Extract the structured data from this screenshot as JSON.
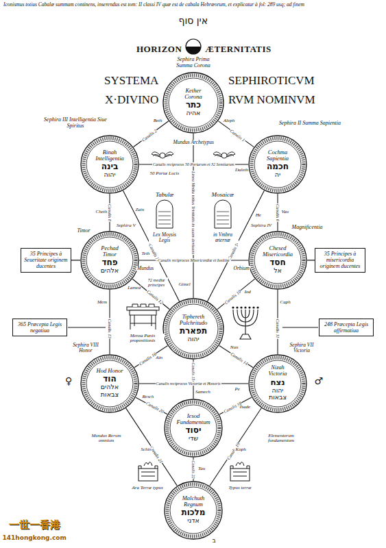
{
  "diagram": {
    "nodes": [
      {
        "text": [
          "Kether Corona",
          "כתר",
          "אהיה"
        ]
      },
      {
        "text": [
          "Binah Intelligentia",
          "בינה",
          "יהוה"
        ]
      },
      {
        "text": [
          "Cochma Sapientia",
          "חכמה",
          "יה"
        ]
      },
      {
        "text": [
          "Pechad Timor",
          "פחד",
          "אלהים"
        ]
      },
      {
        "text": [
          "Chesed Misericordia",
          "חסד",
          "אל"
        ]
      },
      {
        "text": [
          "Tiphereth Pulchritudo",
          "תפארת",
          "יהוה"
        ]
      },
      {
        "text": [
          "Hod Honor",
          "הוד",
          "אלהים צבאות"
        ]
      },
      {
        "text": [
          "Nizah Victoria",
          "נצח",
          "יהוה צבאות"
        ]
      },
      {
        "text": [
          "Iesod Fundamentum",
          "יסוד",
          "שדי"
        ]
      },
      {
        "text": [
          "Malchuth Regnum",
          "מלכות",
          "אדני"
        ]
      },
      {
        "text": [
          "35 Principes à Seueritate originem ducentes"
        ]
      },
      {
        "text": [
          "35 Principes à misericordia originem ducentes"
        ]
      },
      {
        "text": [
          "365 Præcepta Legis negatiua"
        ]
      },
      {
        "text": [
          "248 Præcepta Legis affirmatiua"
        ]
      }
    ],
    "edges": [
      {
        "from": 0,
        "to": 2,
        "arrow": "none",
        "label": "Canalis 1"
      },
      {
        "from": 0,
        "to": 1,
        "arrow": "none",
        "label": "Canalis 2"
      },
      {
        "from": 0,
        "to": 5,
        "arrow": "none",
        "label": "Linea Media totius Trinitatis in suam deriuans"
      },
      {
        "from": 2,
        "to": 1,
        "arrow": "none",
        "label": "Canalis reciprocus 50 Portarum et 32 Semitarum"
      },
      {
        "from": 2,
        "to": 5,
        "arrow": "none",
        "label": "Canalis 5"
      },
      {
        "from": 2,
        "to": 4,
        "arrow": "none",
        "label": "Canalis 6"
      },
      {
        "from": 1,
        "to": 5,
        "arrow": "none",
        "label": "Canalis 7"
      },
      {
        "from": 1,
        "to": 3,
        "arrow": "none",
        "label": "Canalis 8"
      },
      {
        "from": 4,
        "to": 3,
        "arrow": "none",
        "label": "Canalis reciprocus Misericordiæ et Iustitiæ"
      },
      {
        "from": 4,
        "to": 5,
        "arrow": "none",
        "label": "Canalis 10"
      },
      {
        "from": 4,
        "to": 7,
        "arrow": "none",
        "label": "Canalis 11"
      },
      {
        "from": 3,
        "to": 5,
        "arrow": "none",
        "label": "Canalis 12"
      },
      {
        "from": 3,
        "to": 6,
        "arrow": "none",
        "label": "Canalis 13"
      },
      {
        "from": 5,
        "to": 7,
        "arrow": "none",
        "label": "Canalis 14"
      },
      {
        "from": 5,
        "to": 8,
        "arrow": "none",
        "label": "Canalis 15"
      },
      {
        "from": 5,
        "to": 6,
        "arrow": "none",
        "label": "Canalis 16"
      },
      {
        "from": 7,
        "to": 6,
        "arrow": "none",
        "label": "Canalis reciprocus Victoriæ et Honoris"
      },
      {
        "from": 7,
        "to": 8,
        "arrow": "none",
        "label": "Canalis 18"
      },
      {
        "from": 7,
        "to": 9,
        "arrow": "none",
        "label": "Canalis 19"
      },
      {
        "from": 6,
        "to": 8,
        "arrow": "none",
        "label": "Canalis 20"
      },
      {
        "from": 6,
        "to": 9,
        "arrow": "none",
        "label": "Canalis 21"
      },
      {
        "from": 8,
        "to": 9,
        "arrow": "none",
        "label": "Canalis 22"
      },
      {
        "from": 10,
        "to": 3,
        "arrow": "none"
      },
      {
        "from": 11,
        "to": 4,
        "arrow": "none"
      }
    ],
    "labels": [
      "Iconismus totius Cabalæ summam continens, inserendus est tom: II classi IV quæ est de cabala Hebræorum, et explicatur à fol: 289 usq; ad finem",
      "אין סוף",
      "HORIZON",
      "ÆTERNITATIS",
      "Sephira Prima Summa Corona",
      "SYSTEMA",
      "SEPHIROTICVM",
      "X·DIVINO",
      "RVM NOMINVM",
      "Sephira III Intelligentia Siue Spiritus",
      "Sephira II Summa Sapientia",
      "Mundus Archetypus",
      "50 Portæ Lucis",
      "Tabulæ",
      "Mosaicæ",
      "Lex Moysis Legis",
      "in Vmbra æternæ",
      "Mundus",
      "Orbium",
      "72 mediæ principes",
      "Mensa Panis propositionis",
      "Mundus Rerum omnium",
      "Elementorum fundamentum",
      "Ara Terræ typus",
      "Typus terræ",
      "♀",
      "♂",
      "Sephira V",
      "Timor",
      "Sephira IV",
      "Magnificentia",
      "Sephira VIII Honor",
      "Sephira VII Victoria",
      "ב",
      "一世一香港",
      "141hongkong.com",
      "Aleph",
      "Beth",
      "Gimel",
      "Daleth",
      "He",
      "Vau",
      "Zain",
      "Cheth",
      "Teth",
      "Iod",
      "Caph",
      "Lamed",
      "Mem",
      "Nun",
      "Samech",
      "Ain",
      "Pe",
      "Tsade",
      "Koph",
      "Resch",
      "Schin",
      "Tau"
    ]
  }
}
